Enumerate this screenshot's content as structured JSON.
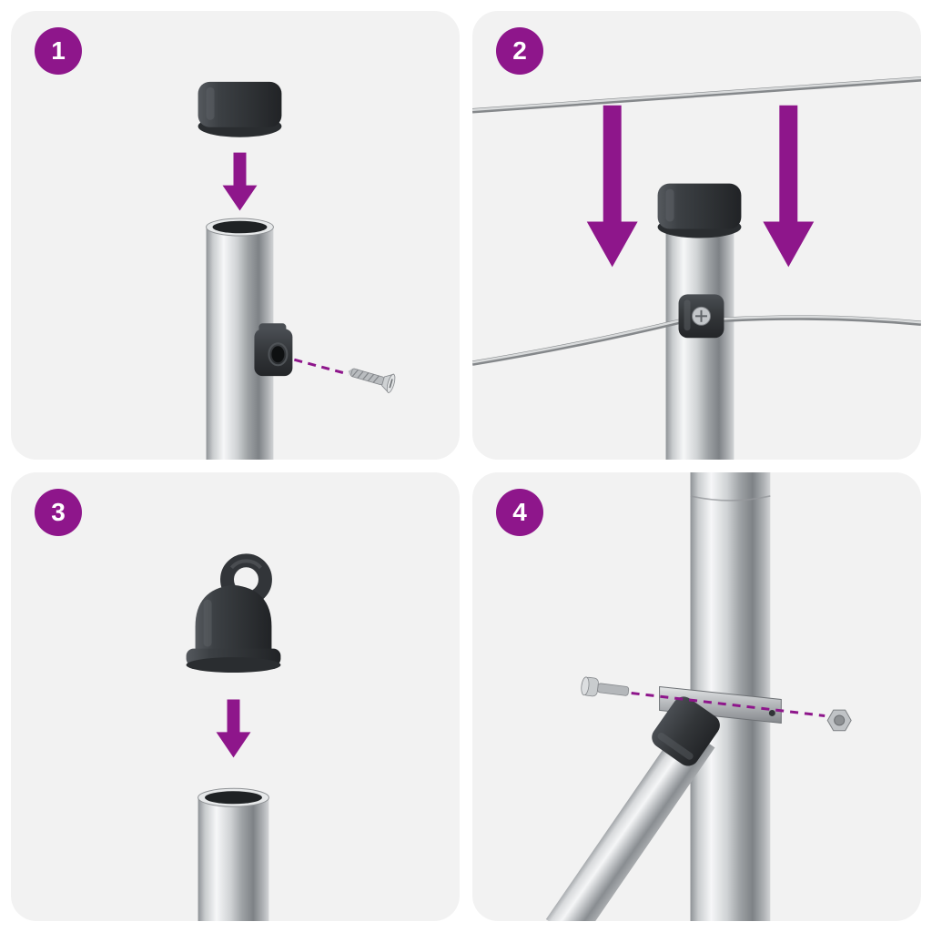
{
  "document": {
    "kind": "assembly-instruction-sheet",
    "step_count": 4
  },
  "colors": {
    "accent_purple": "#8E168B",
    "page_background": "#FFFFFF",
    "panel_background": "#F2F2F2",
    "part_dark": "#33363A",
    "metal_highlight": "#F6F7F8",
    "metal_shadow": "#7E8286"
  },
  "steps": [
    {
      "number": "1",
      "parts": [
        "plastic-end-cap",
        "down-arrow",
        "steel-pole",
        "clamp-block",
        "fixing-screw"
      ]
    },
    {
      "number": "2",
      "parts": [
        "upper-tension-wire",
        "down-arrow",
        "down-arrow",
        "capped-steel-pole",
        "lower-tension-wire",
        "wire-clamp"
      ]
    },
    {
      "number": "3",
      "parts": [
        "eyelet-end-cap",
        "down-arrow",
        "steel-tube"
      ]
    },
    {
      "number": "4",
      "parts": [
        "steel-pole",
        "diagonal-brace",
        "brace-connector",
        "strap-clamp",
        "bolt",
        "hex-nut"
      ]
    }
  ]
}
